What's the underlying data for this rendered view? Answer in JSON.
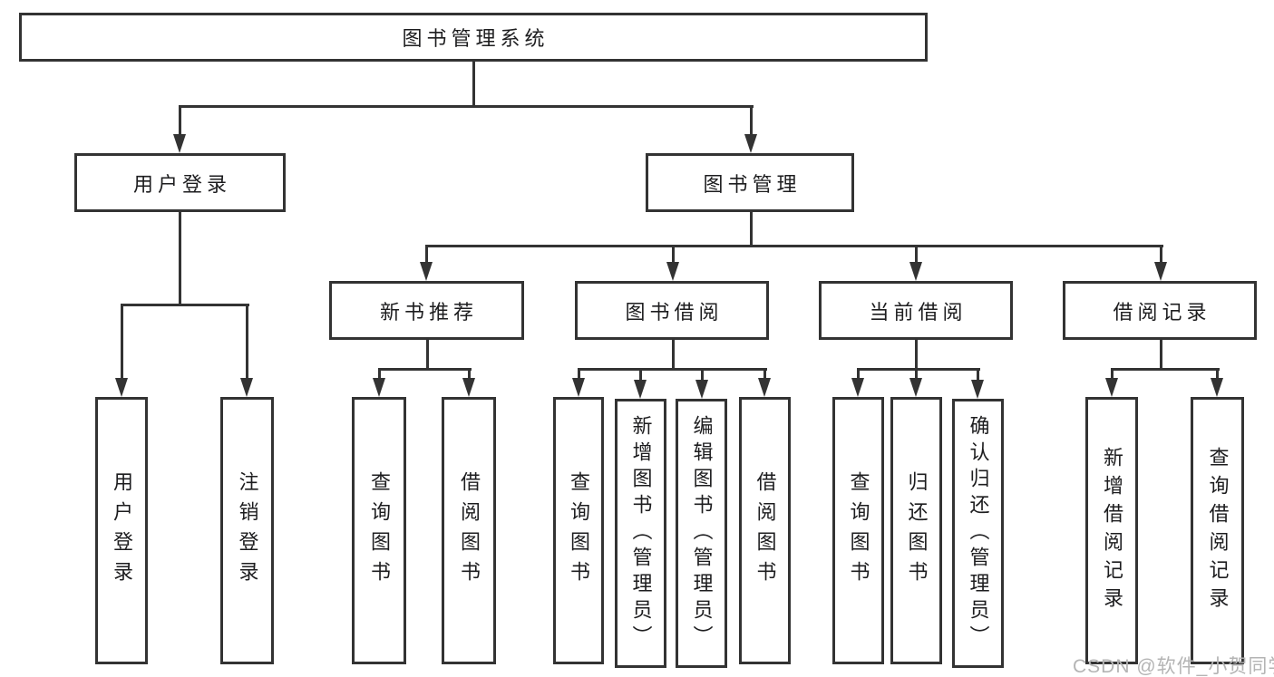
{
  "nodes": {
    "root": "图书管理系统",
    "level2": [
      "用户登录",
      "图书管理"
    ],
    "level3": [
      "新书推荐",
      "图书借阅",
      "当前借阅",
      "借阅记录"
    ],
    "leaves": [
      "用户登录",
      "注销登录",
      "查询图书",
      "借阅图书",
      "查询图书",
      "新增图书（管理员）",
      "编辑图书（管理员）",
      "借阅图书",
      "查询图书",
      "归还图书",
      "确认归还（管理员）",
      "新增借阅记录",
      "查询借阅记录"
    ]
  },
  "watermark": "CSDN @软件_小贺同学",
  "colors": {
    "line": "#333333",
    "text": "#1d1d1f",
    "watermark": "#b4b4b4",
    "background": "#ffffff"
  }
}
